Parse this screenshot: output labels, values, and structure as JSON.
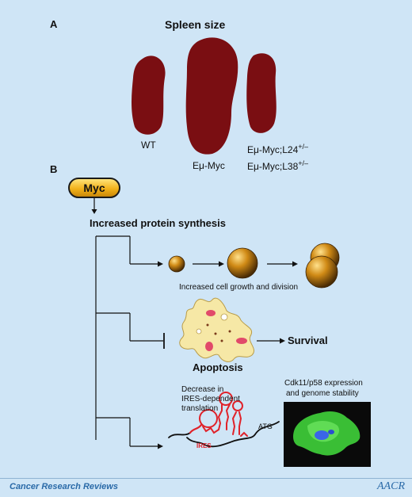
{
  "panel_a": {
    "label": "A",
    "title": "Spleen size",
    "spleens": [
      {
        "label": "WT"
      },
      {
        "label_prefix": "Eμ-Myc",
        "label": "Eμ-Myc"
      },
      {
        "labels": [
          "Eμ-Myc;L24",
          "Eμ-Myc;L38"
        ],
        "superscript": "+/–"
      }
    ]
  },
  "panel_b": {
    "label": "B",
    "myc": "Myc",
    "increased_protein_synthesis": "Increased protein synthesis",
    "growth_caption": "Increased cell growth and division",
    "survival": "Survival",
    "apoptosis": "Apoptosis",
    "decrease_line1": "Decrease in",
    "decrease_line2": "IRES-dependent",
    "decrease_line3": "translation",
    "cdk_line1": "Cdk11/p58 expression",
    "cdk_line2": "and genome stability",
    "atg": "ATG",
    "ires": "IRES"
  },
  "footer": {
    "journal": "Cancer Research Reviews",
    "logo": "AACR"
  },
  "colors": {
    "background": "#cfe5f6",
    "spleen": "#7a0e12",
    "accent": "#2a6aa8",
    "ires_red": "#e0222a",
    "cell_green": "#3fd23a"
  }
}
